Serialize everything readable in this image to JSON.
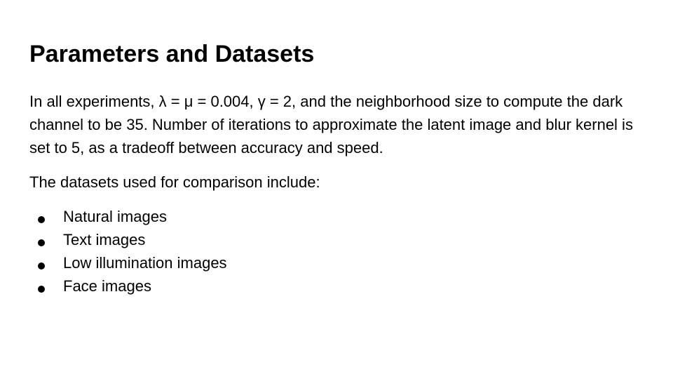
{
  "slide": {
    "title": "Parameters and Datasets",
    "paragraph": "In all experiments, λ = μ = 0.004, γ = 2, and the neighborhood size to compute the dark channel to be 35. Number of iterations to approximate the latent image and blur kernel is set to 5, as a tradeoff between accuracy and speed.",
    "intro": "The datasets used for comparison include:",
    "bullets": [
      "Natural images",
      "Text images",
      "Low illumination images",
      "Face images"
    ]
  }
}
